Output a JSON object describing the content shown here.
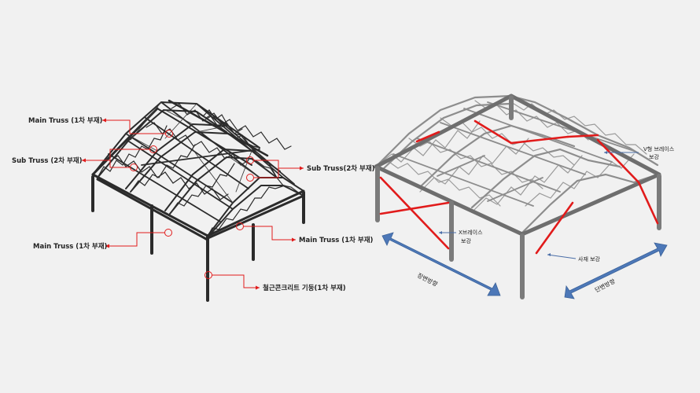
{
  "left_labels": {
    "main_truss_top": "Main Truss (1차 부재)",
    "sub_truss_left": "Sub Truss (2차 부재)",
    "sub_truss_right": "Sub Truss(2차 부재)",
    "main_truss_bottom_left": "Main Truss (1차 부재)",
    "main_truss_bottom_right": "Main Truss (1차 부재)",
    "column": "철근콘크리트 기둥(1차 부재)"
  },
  "right_labels": {
    "v_brace_line1": "V형 브레이스",
    "v_brace_line2": "보강",
    "x_brace_line1": "X브레이스",
    "x_brace_line2": "보강",
    "diagonal": "사재 보강",
    "long_dir": "장변방향",
    "short_dir": "단변방향"
  },
  "colors": {
    "background": "#f1f1f1",
    "steel_dark": "#2b2b2b",
    "steel_light": "#8d8d8d",
    "steel_mid": "#6e6e6e",
    "brace_red": "#e11b1b",
    "arrow_blue": "#4d78b8"
  }
}
